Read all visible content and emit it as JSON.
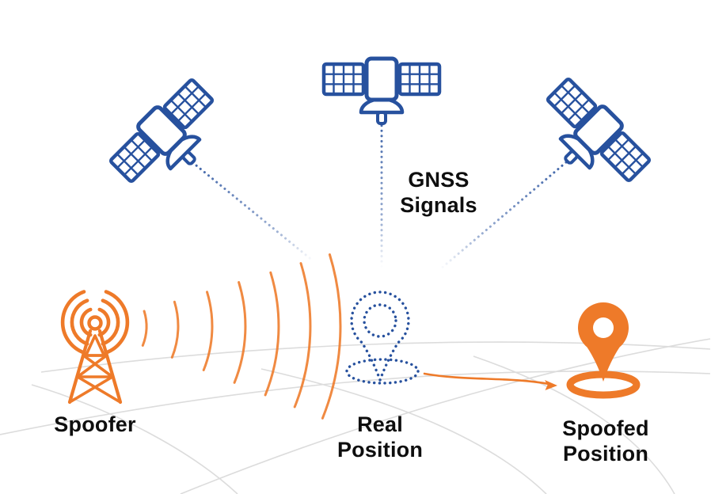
{
  "colors": {
    "orange": "#EE7A29",
    "blue": "#27519E",
    "grid_gray": "#DCDCDC",
    "text": "#0E0E0E",
    "background": "#FFFFFF"
  },
  "diagram": {
    "signal_label": "GNSS Signals",
    "spoofer_label": "Spoofer",
    "real_position_label": "Real Position",
    "spoofed_position_label": "Spoofed Position",
    "icons": [
      {
        "name": "satellite-left-icon",
        "glyph": "outlined GNSS satellite tilted counterclockwise",
        "color": "#27519E"
      },
      {
        "name": "satellite-center-icon",
        "glyph": "outlined GNSS satellite upright",
        "color": "#27519E"
      },
      {
        "name": "satellite-right-icon",
        "glyph": "outlined GNSS satellite tilted clockwise",
        "color": "#27519E"
      },
      {
        "name": "radio-tower-icon",
        "glyph": "broadcast tower emitting signal waves",
        "color": "#EE7A29"
      },
      {
        "name": "real-position-pin-icon",
        "glyph": "dotted outline map pin over dotted ground ellipse",
        "color": "#27519E"
      },
      {
        "name": "spoofed-position-pin-icon",
        "glyph": "solid map pin over ground ring",
        "color": "#EE7A29"
      }
    ],
    "edges": [
      {
        "from": "satellite-left",
        "to": "real-position",
        "style": "dotted-signal"
      },
      {
        "from": "satellite-center",
        "to": "real-position",
        "style": "dotted-signal"
      },
      {
        "from": "satellite-right",
        "to": "real-position",
        "style": "dotted-signal"
      },
      {
        "from": "spoofer",
        "to": "real-position",
        "style": "radio-wave-arcs"
      },
      {
        "from": "real-position",
        "to": "spoofed-position",
        "style": "curved-arrow"
      }
    ]
  }
}
